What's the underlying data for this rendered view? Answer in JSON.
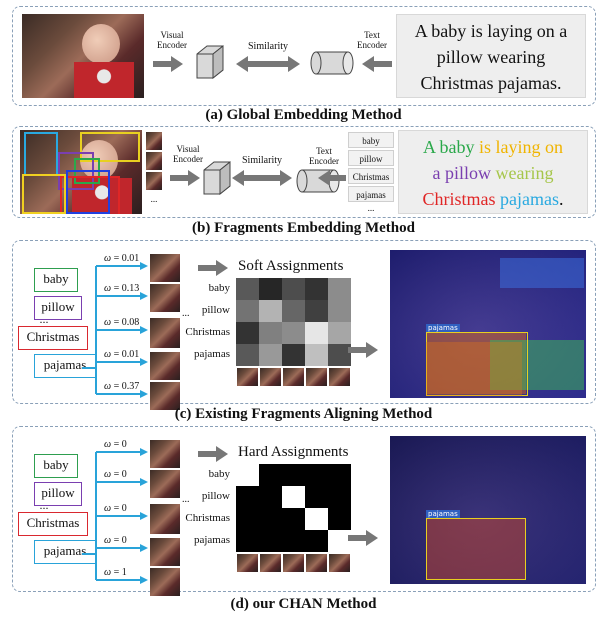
{
  "panel_a": {
    "caption": "(a) Global Embedding Method",
    "visual_encoder": "Visual Encoder",
    "text_encoder": "Text Encoder",
    "similarity": "Similarity",
    "sentence": "A baby is laying on a pillow wearing Christmas pajamas."
  },
  "panel_b": {
    "caption": "(b) Fragments Embedding Method",
    "visual_encoder": "Visual Encoder",
    "text_encoder": "Text Encoder",
    "similarity": "Similarity",
    "words": [
      "baby",
      "pillow",
      "Christmas",
      "pajamas",
      "..."
    ],
    "ellipsis": "...",
    "sentence_parts": [
      {
        "text": "A baby",
        "color": "#2aa84a"
      },
      {
        "text": " is laying on",
        "color": "#f0b400"
      },
      {
        "text": "a pillow",
        "color": "#7a3fb0"
      },
      {
        "text": " wearing",
        "color": "#a6c64a"
      },
      {
        "text": "Christmas",
        "color": "#e02626"
      },
      {
        "text": " pajamas",
        "color": "#29a9e0"
      },
      {
        "text": ".",
        "color": "#111111"
      }
    ]
  },
  "panel_c": {
    "caption": "(c)  Existing Fragments Aligning Method",
    "title": "Soft Assignments",
    "chips": [
      {
        "label": "baby",
        "color": "#2e9e4f"
      },
      {
        "label": "pillow",
        "color": "#7a3fb0"
      },
      {
        "label": "...",
        "color": ""
      },
      {
        "label": "Christmas",
        "color": "#d9282f"
      },
      {
        "label": "pajamas",
        "color": "#29a3d9"
      }
    ],
    "omega_symbol": "ω",
    "weights": [
      "= 0.01",
      "= 0.13",
      "= 0.08",
      "= 0.01",
      "= 0.37"
    ],
    "matrix_rows": [
      "baby",
      "pillow",
      "Christmas",
      "pajamas"
    ],
    "matrix": [
      [
        0.35,
        0.15,
        0.3,
        0.2,
        0.55
      ],
      [
        0.45,
        0.7,
        0.4,
        0.25,
        0.55
      ],
      [
        0.2,
        0.5,
        0.55,
        0.9,
        0.65
      ],
      [
        0.35,
        0.6,
        0.2,
        0.75,
        0.3
      ]
    ],
    "region_label": "pajamas",
    "ellipsis": "..."
  },
  "panel_d": {
    "caption": "(d)  our CHAN Method",
    "title": "Hard Assignments",
    "chips": [
      {
        "label": "baby",
        "color": "#2e9e4f"
      },
      {
        "label": "pillow",
        "color": "#7a3fb0"
      },
      {
        "label": "...",
        "color": ""
      },
      {
        "label": "Christmas",
        "color": "#d9282f"
      },
      {
        "label": "pajamas",
        "color": "#29a3d9"
      }
    ],
    "omega_symbol": "ω",
    "weights": [
      "= 0",
      "= 0",
      "= 0",
      "= 0",
      "= 1"
    ],
    "matrix_rows": [
      "baby",
      "pillow",
      "Christmas",
      "pajamas"
    ],
    "matrix": [
      [
        1,
        0,
        0,
        0,
        0
      ],
      [
        0,
        0,
        1,
        0,
        0
      ],
      [
        0,
        0,
        0,
        1,
        0
      ],
      [
        0,
        0,
        0,
        0,
        1
      ]
    ],
    "region_label": "pajamas",
    "ellipsis": "..."
  },
  "colors": {
    "arrow": "#777777",
    "panel_border": "#8aa0b8",
    "line_blue": "#29a3d9"
  }
}
